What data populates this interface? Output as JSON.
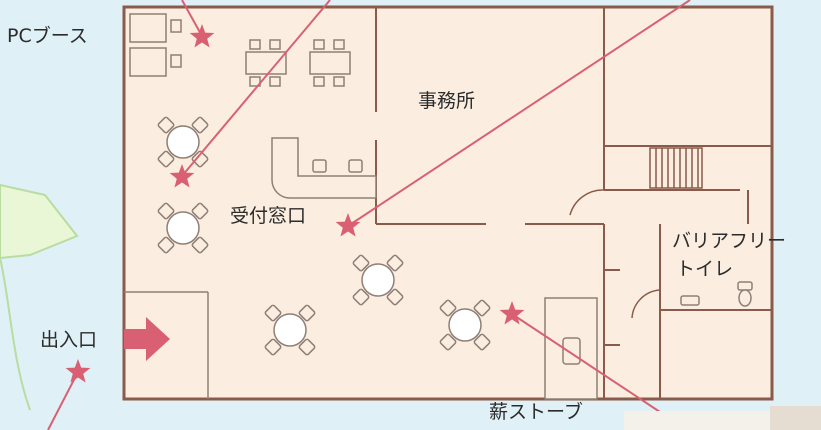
{
  "labels": {
    "pc_booth": "PCブース",
    "office": "事務所",
    "reception": "受付窓口",
    "accessible_toilet_line1": "バリアフリー",
    "accessible_toilet_line2": "トイレ",
    "entrance": "出入口",
    "wood_stove": "薪ストーブ"
  },
  "colors": {
    "background": "#dff0f6",
    "floor": "#fbeee0",
    "wall": "#8a5a4a",
    "furniture": "#8f7f76",
    "marker": "#d96072",
    "callout_bubble": "#eaf7d6"
  },
  "icons": [
    "star-marker",
    "entrance-arrow",
    "round-table-with-chairs",
    "toilet-icon"
  ]
}
